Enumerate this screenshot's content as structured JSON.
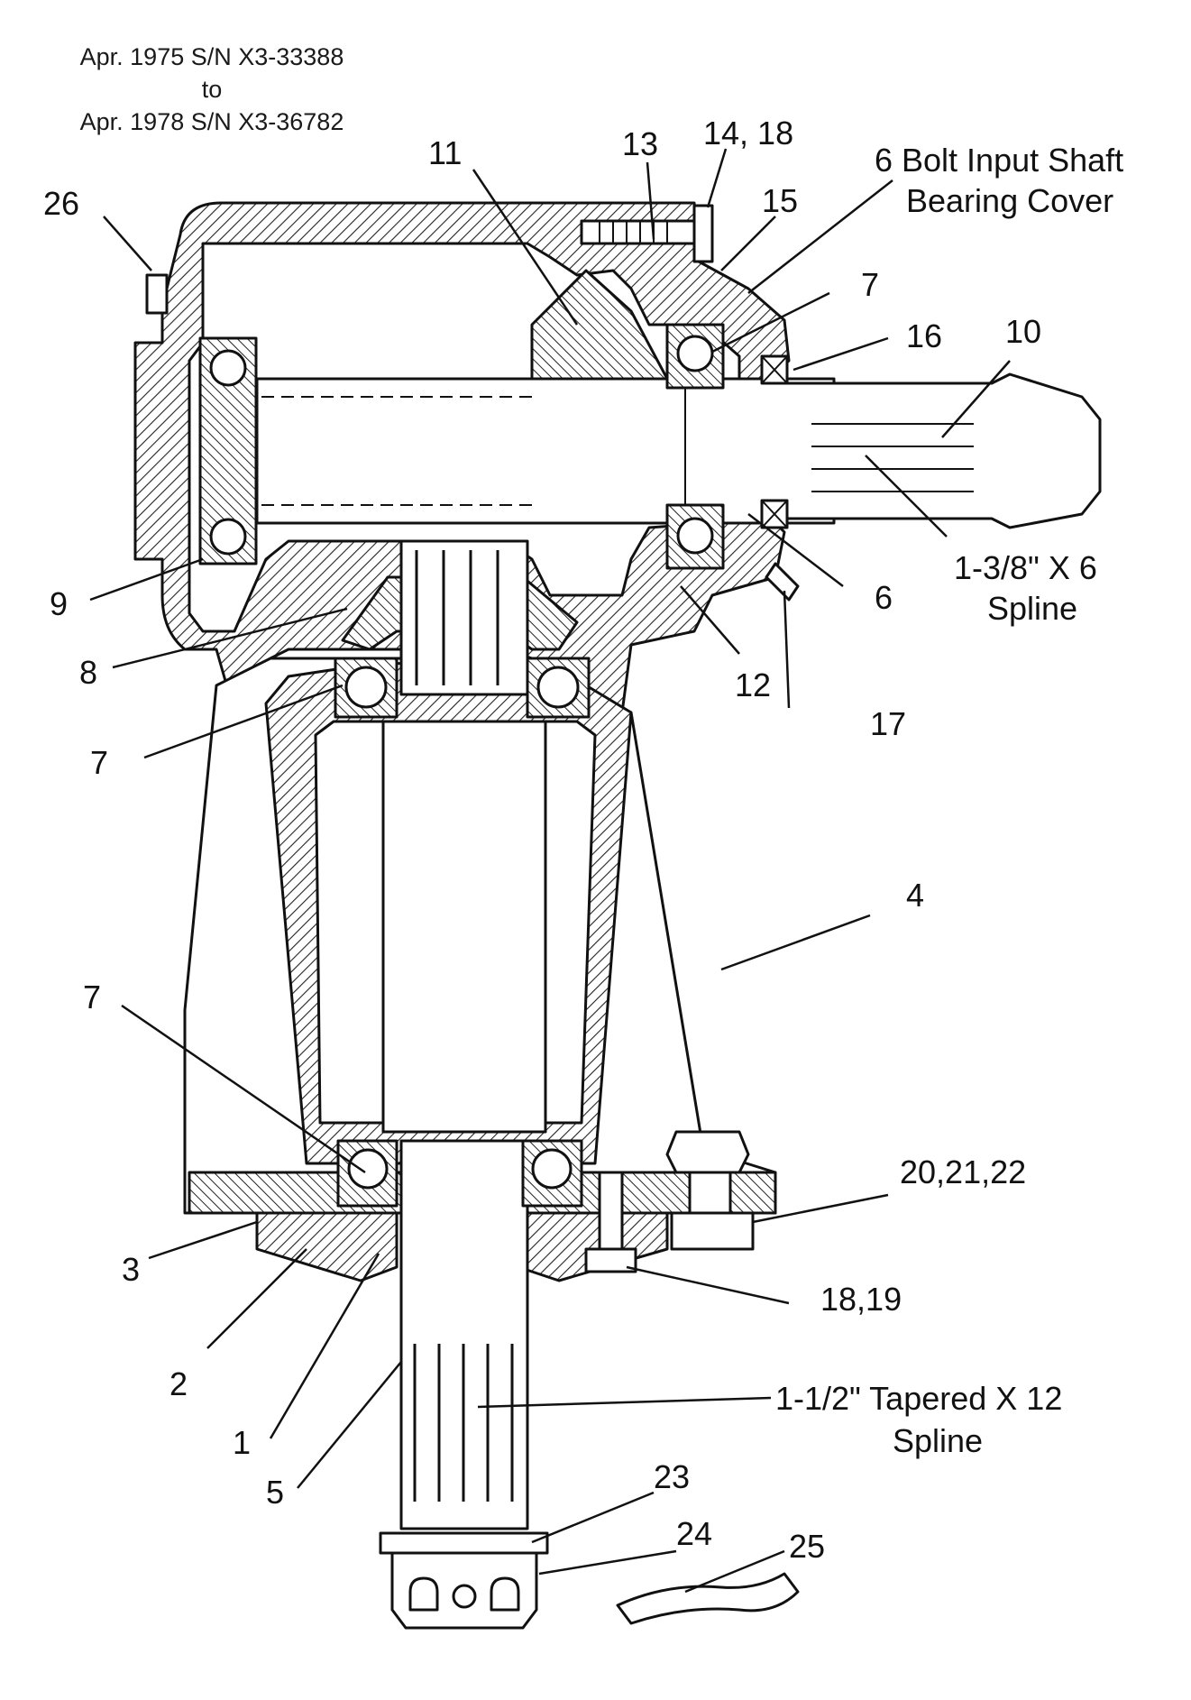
{
  "header": {
    "line1": "Apr. 1975 S/N X3-33388",
    "line2": "to",
    "line3": "Apr. 1978 S/N X3-36782"
  },
  "callouts": {
    "c26": "26",
    "c11": "11",
    "c13": "13",
    "c14_18": "14,  18",
    "c15": "15",
    "c7_top": "7",
    "c16": "16",
    "c10": "10",
    "c9": "9",
    "c8": "8",
    "c6": "6",
    "c12": "12",
    "c17": "17",
    "c7_mid": "7",
    "c4": "4",
    "c7_low": "7",
    "c20_22": "20,21,22",
    "c3": "3",
    "c18_19": "18,19",
    "c2": "2",
    "c1": "1",
    "c5": "5",
    "c23": "23",
    "c24": "24",
    "c25": "25"
  },
  "notes": {
    "bearing_cover_1": "6 Bolt Input Shaft",
    "bearing_cover_2": "Bearing Cover",
    "input_spline_1": "1-3/8\" X 6",
    "input_spline_2": "Spline",
    "output_spline_1": "1-1/2\" Tapered X 12",
    "output_spline_2": "Spline"
  }
}
